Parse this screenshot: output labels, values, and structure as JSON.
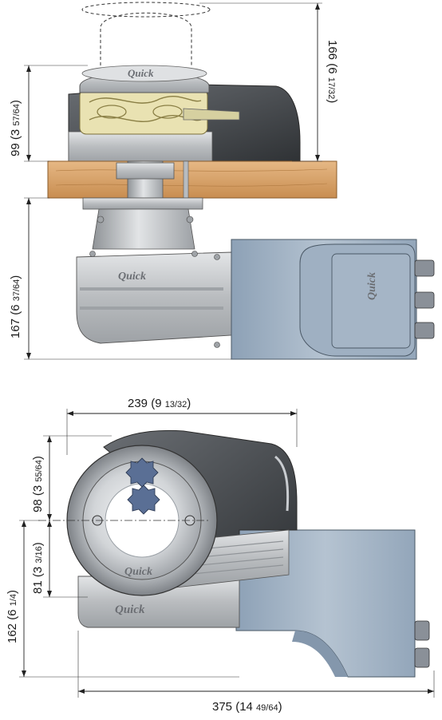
{
  "top_view_dimensions": {
    "drum_height": {
      "main": "166 (6 ",
      "frac": "17/32",
      "close": ")"
    },
    "upper_height": {
      "main": "99 (3 ",
      "frac": "57/64",
      "close": ")"
    },
    "lower_height": {
      "main": "167 (6 ",
      "frac": "37/64",
      "close": ")"
    }
  },
  "bottom_view_dimensions": {
    "width": {
      "main": "239 (9 ",
      "frac": "13/32",
      "close": ")"
    },
    "upper_offset": {
      "main": "98 (3 ",
      "frac": "55/64",
      "close": ")"
    },
    "lower_offset": {
      "main": "81 (3 ",
      "frac": "3/16",
      "close": ")"
    },
    "total_depth": {
      "main": "162 (6 ",
      "frac": "1/4",
      "close": ")"
    },
    "total_length": {
      "main": "375 (14 ",
      "frac": "49/64",
      "close": ")"
    }
  },
  "brand": {
    "logo_text": "Quick"
  },
  "colors": {
    "deck": "#d8a46a",
    "motor_body": "#a9b8c8",
    "metal": "#c9cccf",
    "dark_housing": "#4b4e52",
    "gypsy_gold": "#e6dfae",
    "star_blue": "#5a6f95"
  }
}
